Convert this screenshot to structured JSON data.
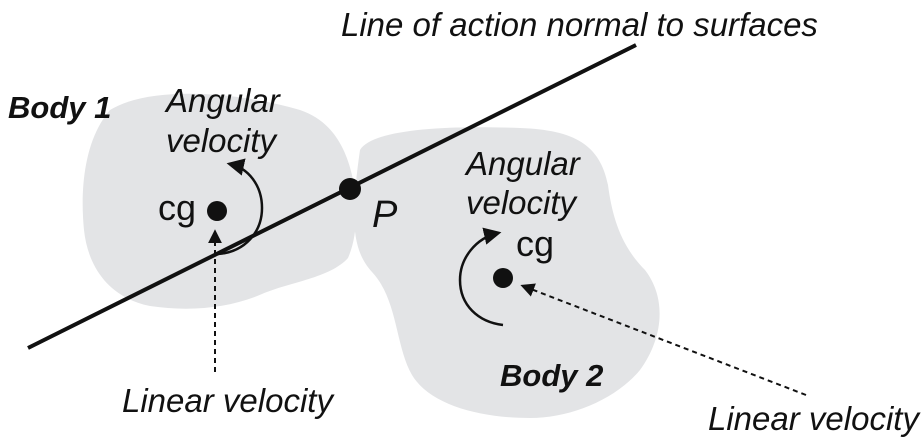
{
  "line_label": "Line of action normal to surfaces",
  "body1": {
    "name": "Body 1",
    "angular_label_line1": "Angular",
    "angular_label_line2": "velocity",
    "cg_label": "cg",
    "linear_label": "Linear velocity"
  },
  "body2": {
    "name": "Body 2",
    "angular_label_line1": "Angular",
    "angular_label_line2": "velocity",
    "cg_label": "cg",
    "linear_label": "Linear velocity"
  },
  "contact_point_label": "P",
  "colors": {
    "body_fill": "#e3e4e6",
    "ink": "#111111",
    "background": "#ffffff"
  }
}
